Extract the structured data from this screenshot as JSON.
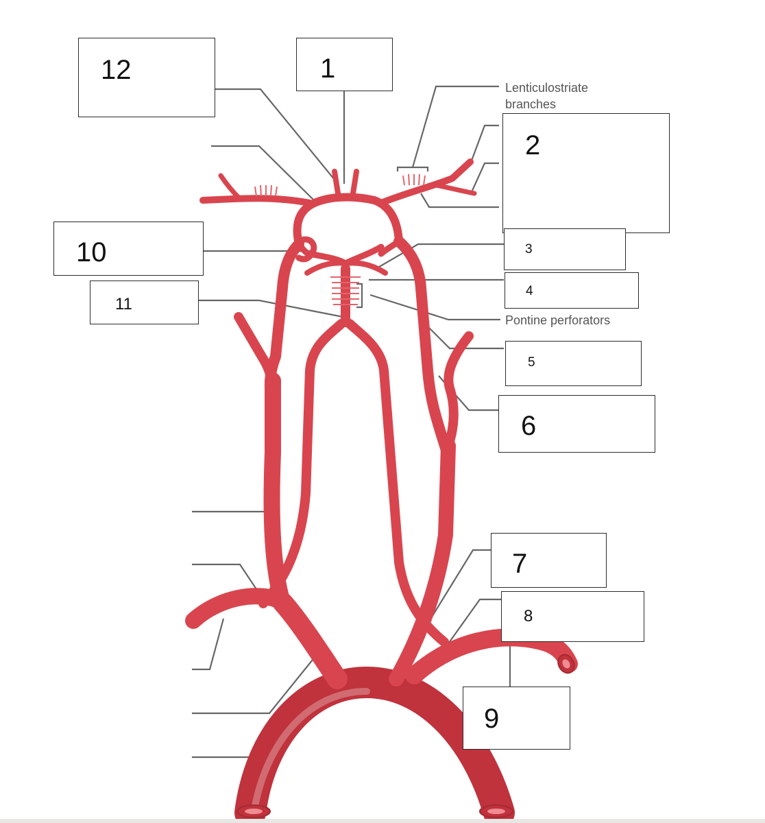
{
  "diagram": {
    "labels": [
      {
        "id": "1",
        "text": "1"
      },
      {
        "id": "2",
        "text": "2"
      },
      {
        "id": "3",
        "text": "3"
      },
      {
        "id": "4",
        "text": "4"
      },
      {
        "id": "5",
        "text": "5"
      },
      {
        "id": "6",
        "text": "6"
      },
      {
        "id": "7",
        "text": "7"
      },
      {
        "id": "8",
        "text": "8"
      },
      {
        "id": "9",
        "text": "9"
      },
      {
        "id": "10",
        "text": "10"
      },
      {
        "id": "11",
        "text": "11"
      },
      {
        "id": "12",
        "text": "12"
      }
    ],
    "captions": {
      "lenticulostriate": "Lenticulostriate\nbranches",
      "pontine": "Pontine perforators"
    },
    "colors": {
      "artery": "#d9454e",
      "artery_dark": "#c0323c",
      "leader_line": "#666666",
      "box_border": "#2b2b2b"
    }
  }
}
